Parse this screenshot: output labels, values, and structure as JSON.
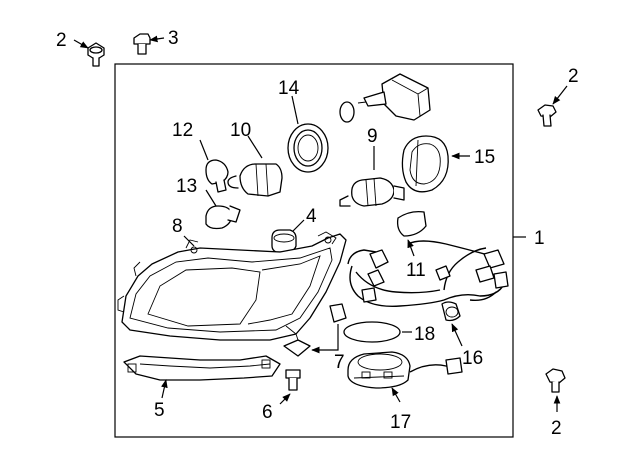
{
  "diagram": {
    "callouts": {
      "c1": "1",
      "c2_tl": "2",
      "c2_tr": "2",
      "c2_br": "2",
      "c3": "3",
      "c4": "4",
      "c5": "5",
      "c6": "6",
      "c7": "7",
      "c8": "8",
      "c9": "9",
      "c10": "10",
      "c11": "11",
      "c12": "12",
      "c13": "13",
      "c14": "14",
      "c15": "15",
      "c16": "16",
      "c17": "17",
      "c18": "18"
    }
  }
}
